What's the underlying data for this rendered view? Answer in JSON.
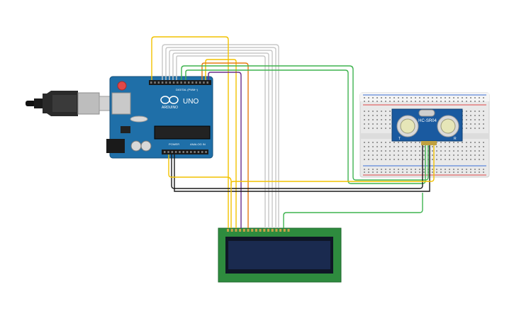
{
  "arduino": {
    "brand": "ARDUINO",
    "model": "UNO",
    "digital_label": "DIGITAL (PWM~)",
    "power_label": "POWER",
    "analog_label": "ANALOG IN",
    "board_color": "#1f6fa8"
  },
  "sensor": {
    "model": "HC-SR04",
    "pin_t": "T",
    "pin_r": "R",
    "board_color": "#1a5aa0"
  },
  "lcd": {
    "board_color": "#2e8b3e",
    "screen_color": "#1a2a4f"
  },
  "wire_colors": {
    "yellow": "#f2c200",
    "orange": "#e57b12",
    "purple": "#6a2e8a",
    "green": "#3fb34f",
    "black": "#1a1a1a",
    "gray": "#c8c8c8"
  },
  "icons": [
    "usb-cable-icon",
    "reset-button-icon"
  ]
}
